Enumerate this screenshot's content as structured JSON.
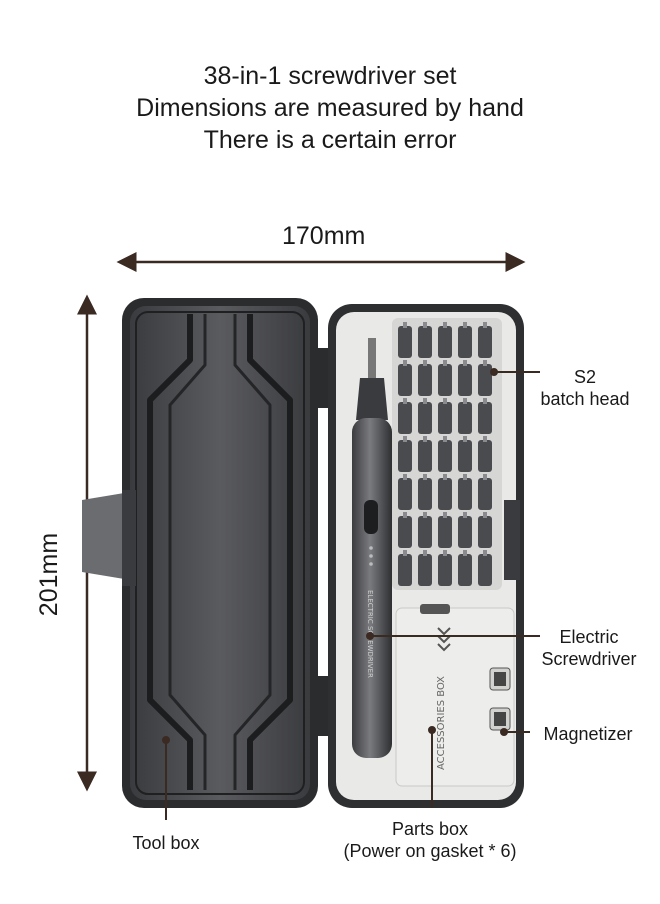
{
  "title": {
    "line1": "38-in-1 screwdriver set",
    "line2": "Dimensions are measured by hand",
    "line3": "There is a certain error"
  },
  "dimensions": {
    "width": "170mm",
    "height": "201mm"
  },
  "callouts": {
    "s2_line1": "S2",
    "s2_line2": "batch head",
    "electric_line1": "Electric",
    "electric_line2": "Screwdriver",
    "magnetizer": "Magnetizer",
    "toolbox": "Tool box",
    "parts_line1": "Parts box",
    "parts_line2": "(Power on gasket * 6)"
  },
  "product_text": {
    "screwdriver_print": "ELECTRIC SCREWDRIVER",
    "box_print": "ACCESSORIES BOX"
  },
  "colors": {
    "case_dark": "#2b2c2e",
    "case_inner": "#4a4b4e",
    "tray": "#e9e9e7",
    "arrow": "#3a2a22"
  }
}
